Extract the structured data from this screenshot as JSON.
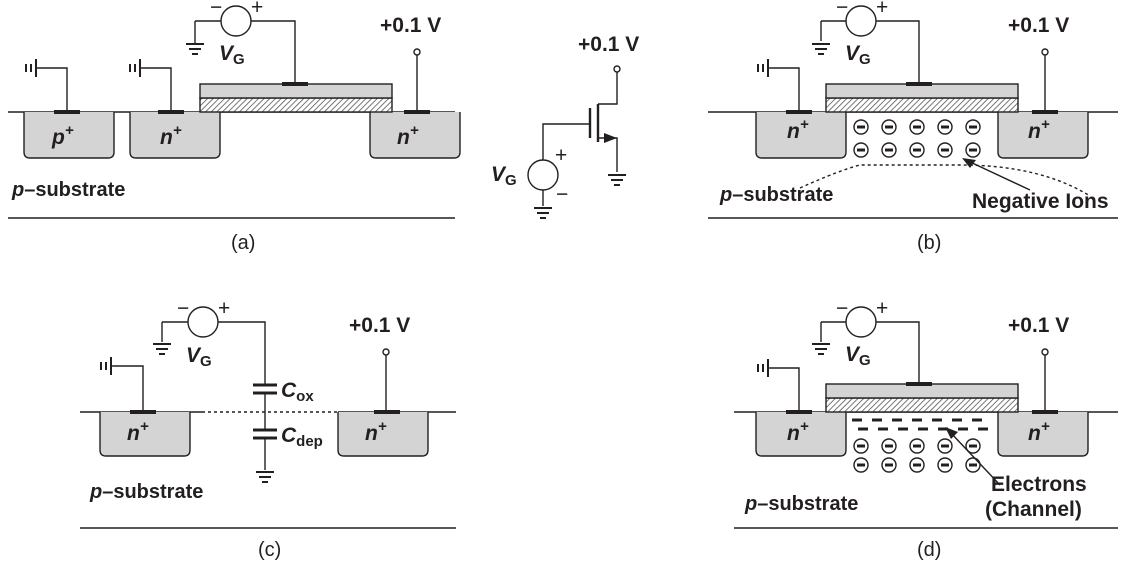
{
  "labels": {
    "p_plus": "p",
    "n_plus": "n",
    "plus_sup": "+",
    "p_substrate_p": "p",
    "p_substrate_rest": "–substrate",
    "vg_v": "V",
    "vg_sub": "G",
    "plus_01v": "+0.1 V",
    "cox_c": "C",
    "cox_sub": "ox",
    "cdep_c": "C",
    "cdep_sub": "dep",
    "negative_ions": "Negative Ions",
    "electrons": "Electrons",
    "channel": "(Channel)",
    "src_plus": "+",
    "src_minus": "−"
  },
  "captions": {
    "a": "(a)",
    "b": "(b)",
    "c": "(c)",
    "d": "(d)"
  }
}
